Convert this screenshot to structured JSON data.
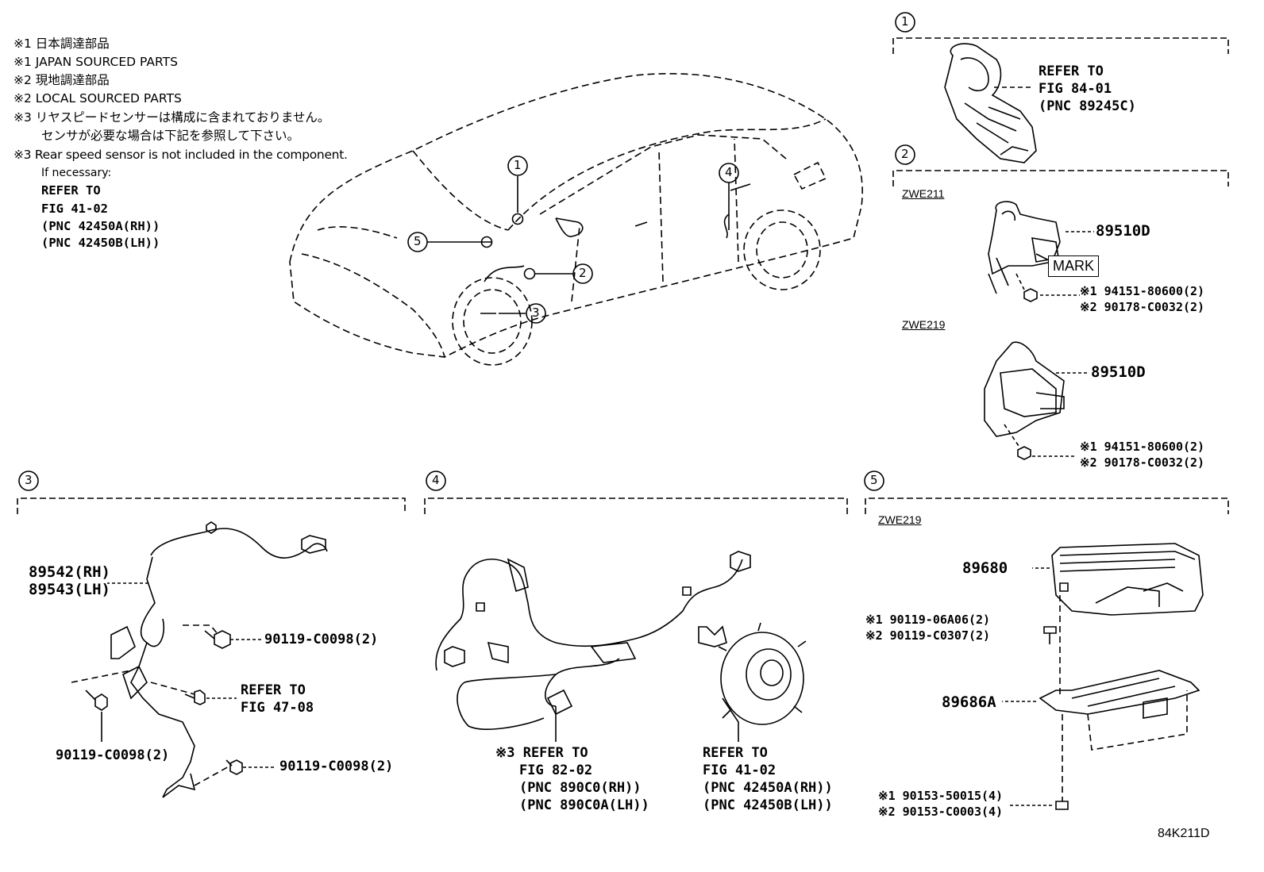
{
  "notes": {
    "line1": "※1 日本調達部品",
    "line2": "※1 JAPAN SOURCED PARTS",
    "line3": "※2 現地調達部品",
    "line4": "※2 LOCAL SOURCED PARTS",
    "line5": "※3 リヤスピードセンサーは構成に含まれておりません。",
    "line6": "センサが必要な場合は下記を参照して下さい。",
    "line7": "※3 Rear speed sensor is not included in the component.",
    "line8": "If necessary:",
    "ref1": "REFER TO",
    "ref2": "FIG 41-02",
    "ref3": "(PNC 42450A(RH))",
    "ref4": "(PNC 42450B(LH))"
  },
  "car_callouts": [
    "1",
    "2",
    "3",
    "4",
    "5"
  ],
  "section1": {
    "num": "1",
    "ref1": "REFER TO",
    "ref2": "FIG 84-01",
    "ref3": "(PNC 89245C)"
  },
  "section2": {
    "num": "2",
    "model_a": "ZWE211",
    "part_a": "89510D",
    "mark": "MARK",
    "nut_a1": "※1 94151-80600(2)",
    "nut_a2": "※2 90178-C0032(2)",
    "model_b": "ZWE219",
    "part_b": "89510D",
    "nut_b1": "※1 94151-80600(2)",
    "nut_b2": "※2 90178-C0032(2)"
  },
  "section3": {
    "num": "3",
    "part_rh": "89542(RH)",
    "part_lh": "89543(LH)",
    "bolt1": "90119-C0098(2)",
    "ref1": "REFER TO",
    "ref2": "FIG 47-08",
    "bolt2": "90119-C0098(2)",
    "bolt3": "90119-C0098(2)"
  },
  "section4": {
    "num": "4",
    "ref_a1": "※3 REFER TO",
    "ref_a2": "FIG 82-02",
    "ref_a3": "(PNC 890C0(RH))",
    "ref_a4": "(PNC 890C0A(LH))",
    "ref_b1": "REFER TO",
    "ref_b2": "FIG 41-02",
    "ref_b3": "(PNC 42450A(RH))",
    "ref_b4": "(PNC 42450B(LH))"
  },
  "section5": {
    "num": "5",
    "model": "ZWE219",
    "part_ecu": "89680",
    "bolt_a1": "※1 90119-06A06(2)",
    "bolt_a2": "※2 90119-C0307(2)",
    "part_bracket": "89686A",
    "bolt_b1": "※1 90153-50015(4)",
    "bolt_b2": "※2 90153-C0003(4)"
  },
  "figure_id": "84K211D"
}
